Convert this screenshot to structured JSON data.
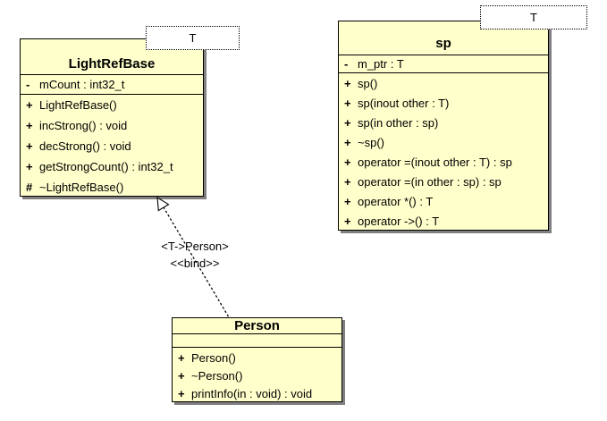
{
  "colors": {
    "class_fill": "#FFFFCC",
    "class_border": "#000000",
    "shadow": "#808080",
    "template_box_fill": "#FFFFFF"
  },
  "classes": {
    "lightrefbase": {
      "template_param": "T",
      "name": "LightRefBase",
      "attributes": [
        {
          "vis": "-",
          "text": "mCount : int32_t"
        }
      ],
      "methods": [
        {
          "vis": "+",
          "text": "LightRefBase()"
        },
        {
          "vis": "+",
          "text": "incStrong() : void"
        },
        {
          "vis": "+",
          "text": "decStrong() : void"
        },
        {
          "vis": "+",
          "text": "getStrongCount() : int32_t"
        },
        {
          "vis": "#",
          "text": "~LightRefBase()"
        }
      ]
    },
    "sp": {
      "template_param": "T",
      "name": "sp",
      "attributes": [
        {
          "vis": "-",
          "text": "m_ptr : T"
        }
      ],
      "methods": [
        {
          "vis": "+",
          "text": "sp()"
        },
        {
          "vis": "+",
          "text": "sp(inout other : T)"
        },
        {
          "vis": "+",
          "text": "sp(in other : sp)"
        },
        {
          "vis": "+",
          "text": "~sp()"
        },
        {
          "vis": "+",
          "text": "operator =(inout other : T) : sp"
        },
        {
          "vis": "+",
          "text": "operator =(in other : sp) : sp"
        },
        {
          "vis": "+",
          "text": "operator *() : T"
        },
        {
          "vis": "+",
          "text": "operator ->() : T"
        }
      ]
    },
    "person": {
      "name": "Person",
      "methods": [
        {
          "vis": "+",
          "text": "Person()"
        },
        {
          "vis": "+",
          "text": "~Person()"
        },
        {
          "vis": "+",
          "text": "printInfo(in : void) : void"
        }
      ]
    }
  },
  "connector": {
    "binding_label": "<T->Person>",
    "stereotype_label": "<<bind>>"
  }
}
